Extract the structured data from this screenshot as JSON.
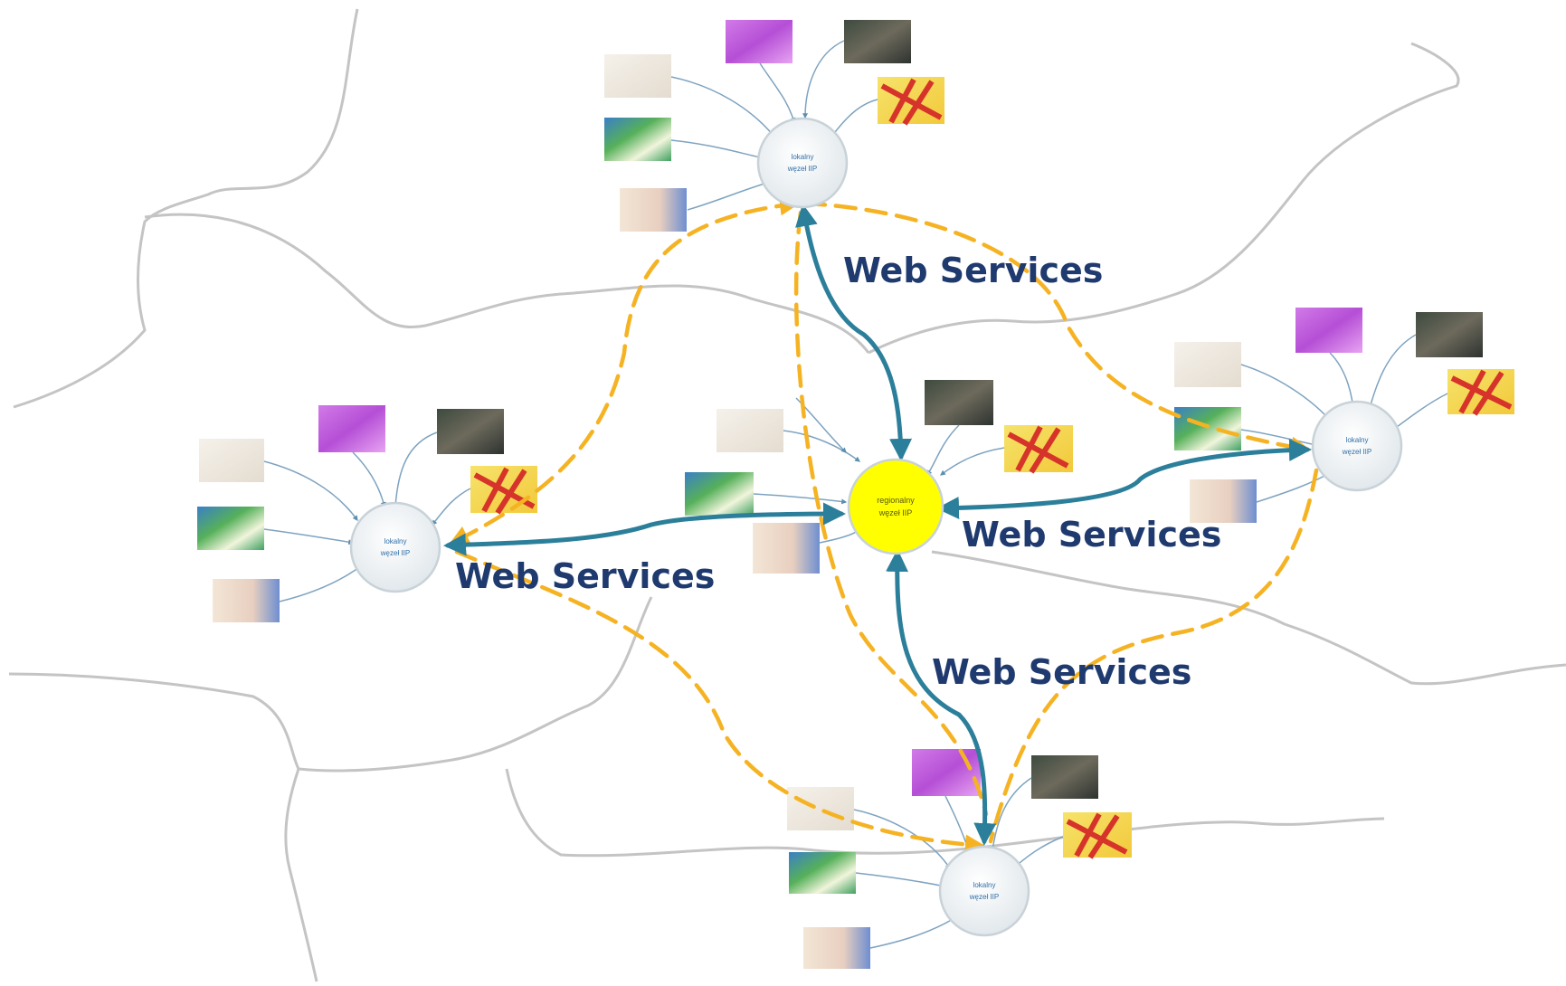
{
  "diagram": {
    "labels": {
      "web_services_top": "Web Services",
      "web_services_right": "Web Services",
      "web_services_left": "Web Services",
      "web_services_bottom": "Web Services"
    },
    "nodes": {
      "regional": {
        "line1": "regionalny",
        "line2": "węzeł IIP"
      },
      "local_top": {
        "line1": "lokalny",
        "line2": "węzeł IIP"
      },
      "local_left": {
        "line1": "lokalny",
        "line2": "węzeł IIP"
      },
      "local_right": {
        "line1": "lokalny",
        "line2": "węzeł IIP"
      },
      "local_bottom": {
        "line1": "lokalny",
        "line2": "węzeł IIP"
      }
    },
    "colors": {
      "regional_fill": "#ffff00",
      "local_fill": "#eef2f4",
      "web_service_arrow": "#2c7f9a",
      "dashed_arrow": "#f5b324",
      "label_text": "#1f3a6e",
      "boundary_line": "#c4c4c4"
    }
  }
}
